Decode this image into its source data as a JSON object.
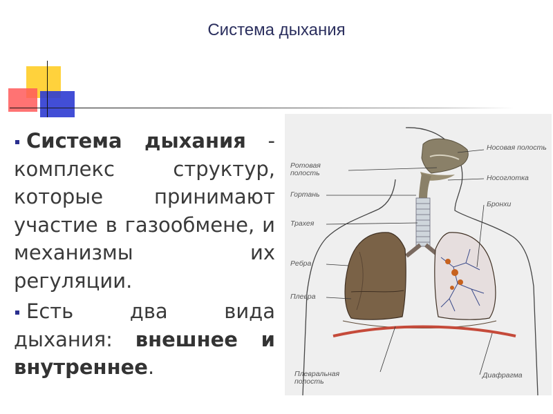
{
  "slide": {
    "title": "Система дыхания"
  },
  "content": {
    "para1": {
      "term": "Система дыхания",
      "dash": " - ",
      "rest": "комплекс структур, которые принимают участие в газообмене, и механизмы их регуляции."
    },
    "para2": {
      "lead": "Есть два вида дыхания: ",
      "bold": "внешнее и внутреннее",
      "end": "."
    }
  },
  "diagram": {
    "labels": {
      "nasal_cavity": "Носовая полость",
      "oral_cavity": "Ротовая полость",
      "nasopharynx": "Носоглотка",
      "larynx": "Гортань",
      "bronchi": "Бронхи",
      "trachea": "Трахея",
      "ribs": "Ребра",
      "pleura": "Плевра",
      "pleural_cavity": "Плевральная полость",
      "diaphragm": "Диафрагма"
    }
  },
  "colors": {
    "title": "#2b2f5e",
    "bullet": "#2a2f8f",
    "deco_yellow": "#ffd23c",
    "deco_red": "#ff5a5a",
    "deco_blue": "#2d3bd1"
  }
}
